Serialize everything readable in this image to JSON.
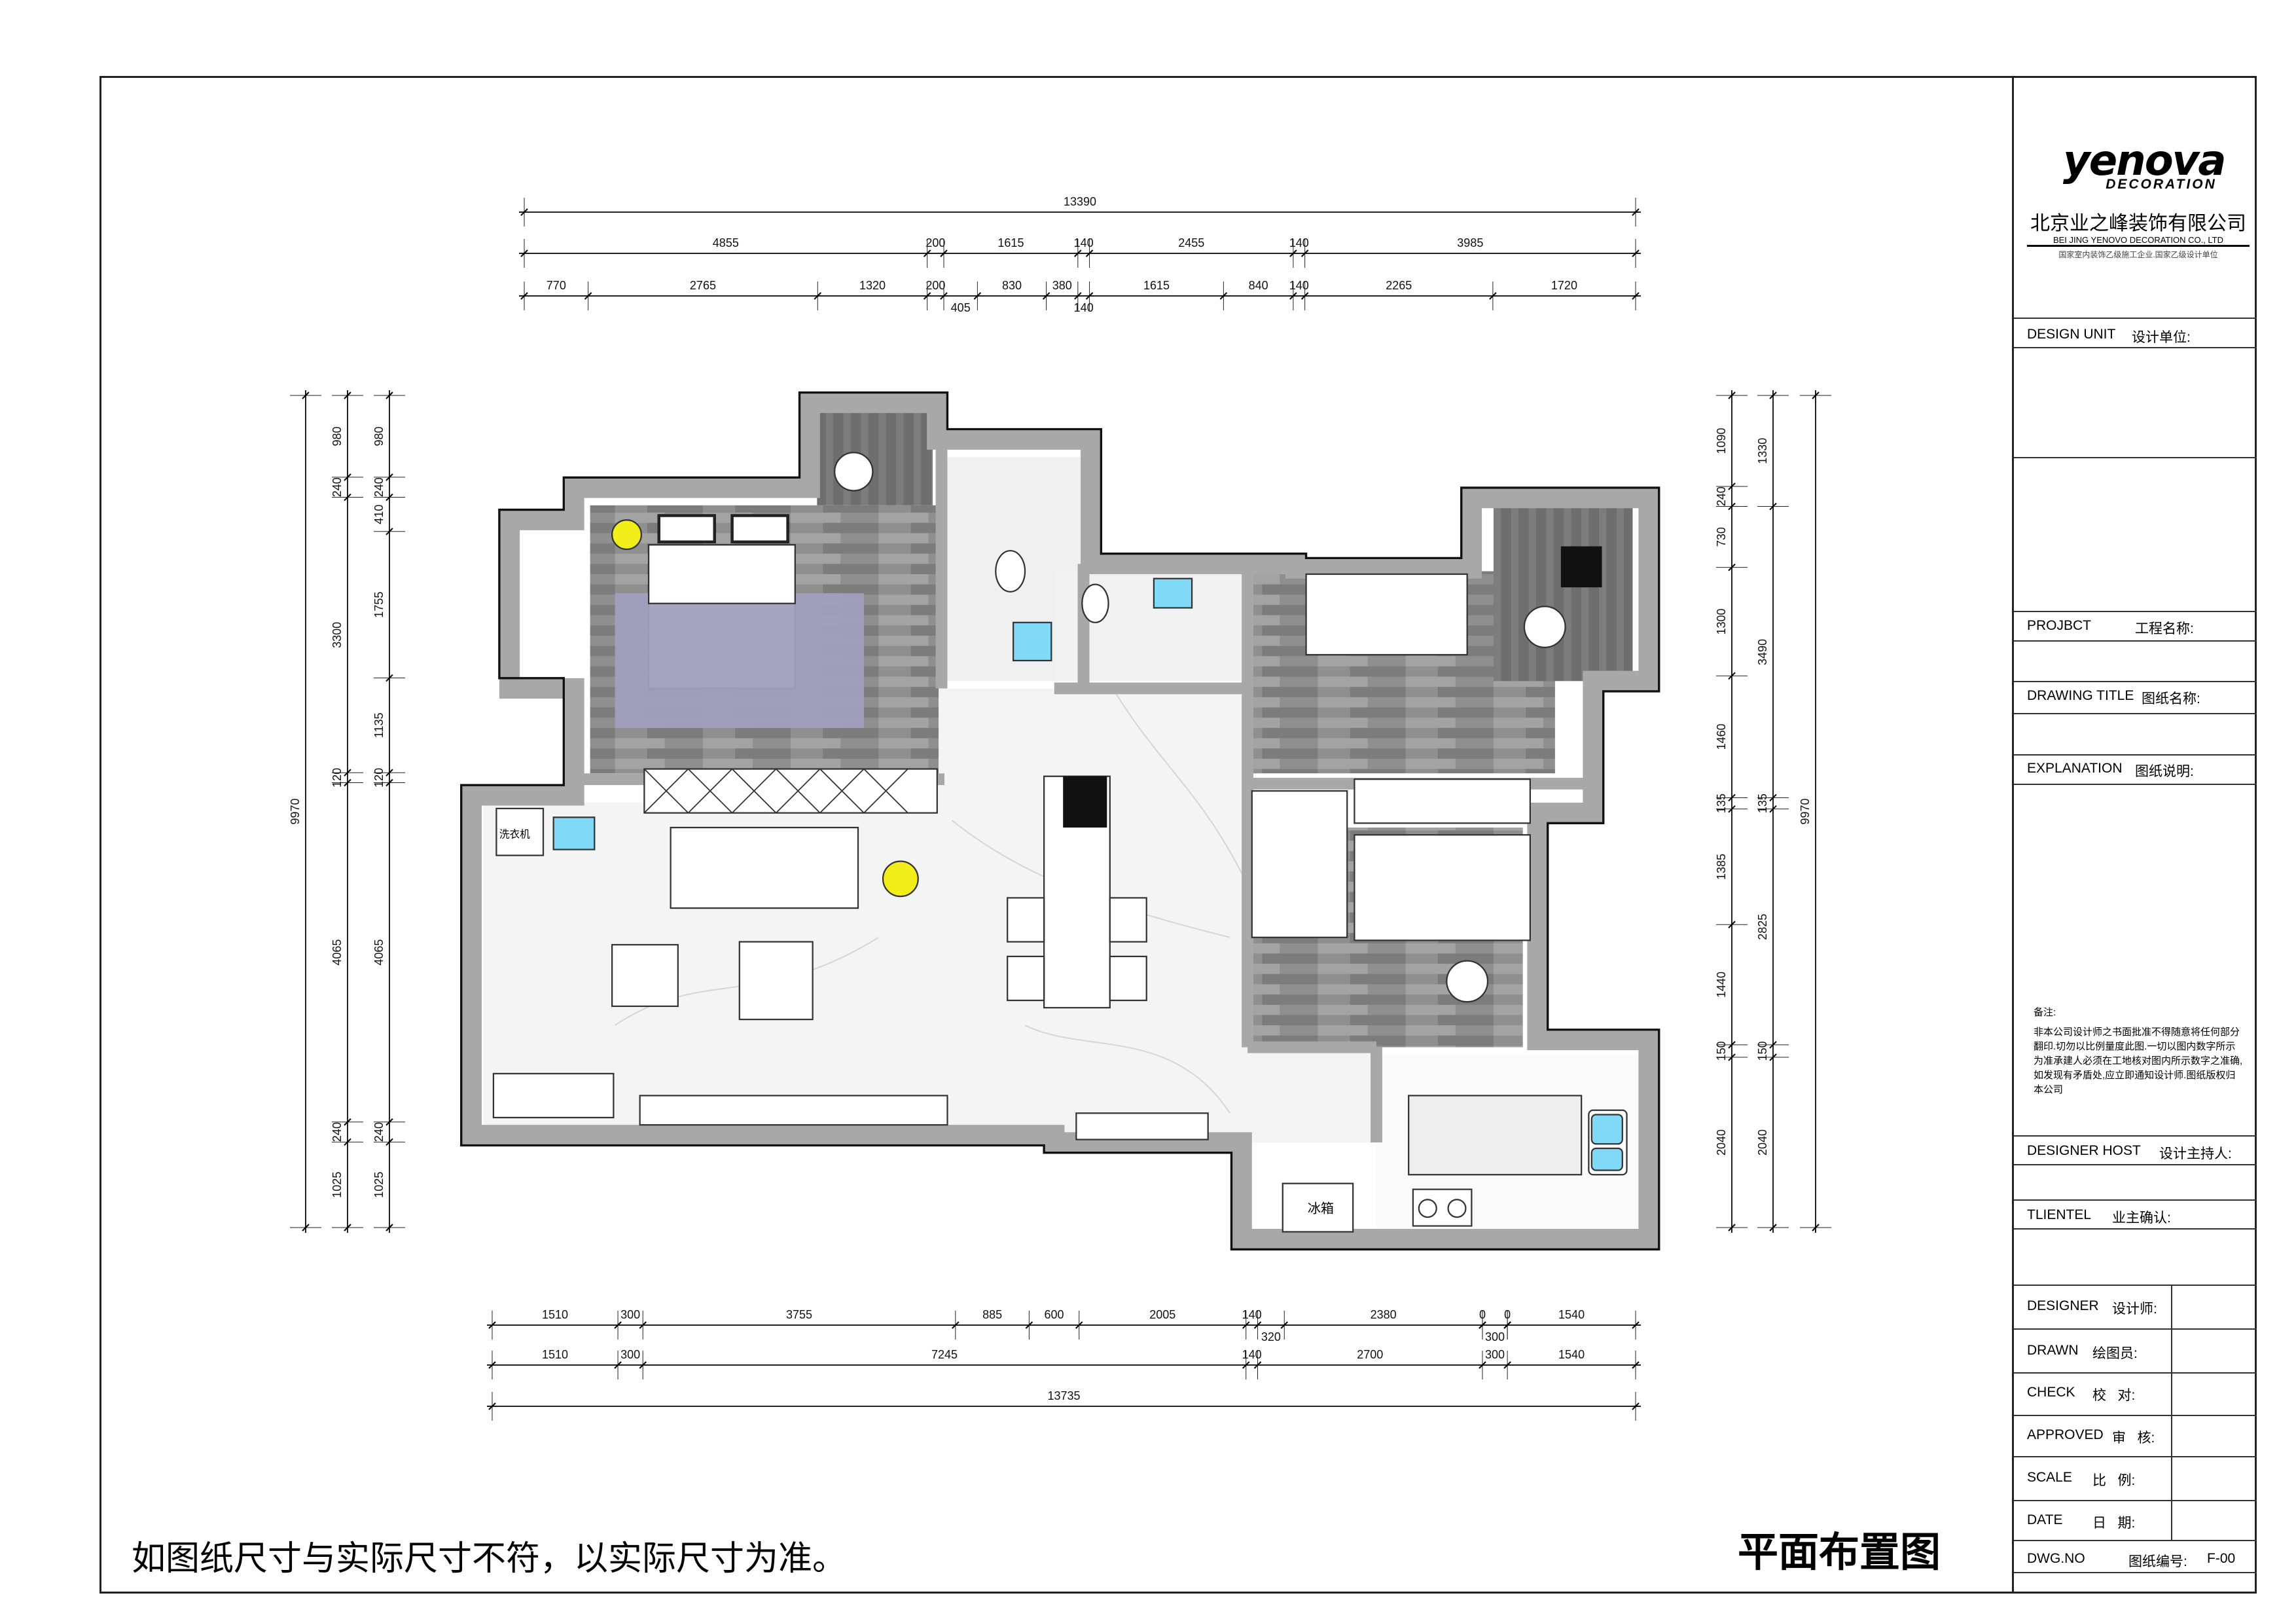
{
  "dimensions": {
    "top": [
      {
        "values": [
          13390
        ]
      },
      {
        "values": [
          4855,
          200,
          1615,
          140,
          2455,
          140,
          3985
        ]
      },
      {
        "values": [
          770,
          2765,
          1320,
          200,
          405,
          830,
          380,
          140,
          1615,
          840,
          140,
          2265,
          1720
        ]
      }
    ],
    "bottom": [
      {
        "values": [
          1510,
          300,
          3755,
          885,
          600,
          2005,
          140,
          320,
          2380,
          0,
          300,
          0,
          1540
        ],
        "labels": [
          "1510",
          "300",
          "3755",
          "885",
          "600",
          "2005",
          "140",
          "320",
          "2380",
          "0",
          "300",
          "0",
          "1540"
        ]
      },
      {
        "values": [
          1510,
          300,
          7245,
          140,
          2700,
          300,
          1540
        ]
      },
      {
        "values": [
          13735
        ]
      }
    ],
    "left": [
      {
        "values": [
          9970
        ]
      },
      {
        "values": [
          980,
          240,
          3300,
          120,
          4065,
          240,
          1025
        ]
      },
      {
        "values": [
          980,
          240,
          410,
          1755,
          1135,
          120,
          4065,
          240,
          1025
        ]
      }
    ],
    "right": [
      {
        "values": [
          1090,
          240,
          730,
          1300,
          1460,
          135,
          1385,
          1440,
          150,
          2040
        ]
      },
      {
        "values": [
          1330,
          3490,
          135,
          2825,
          150,
          2040
        ]
      },
      {
        "values": [
          9970
        ]
      }
    ]
  },
  "plan_labels": {
    "fridge": "冰箱",
    "washer": "洗衣机"
  },
  "colors": {
    "wall": "#a8a8a8",
    "wood": "#8d8d8d",
    "marble": "#f4f4f4",
    "rug": "#9f9fbd",
    "water": "#7fd9f7",
    "lamp": "#f2ee1a"
  },
  "title_block": {
    "logo_main": "yenova",
    "logo_sub": "DECORATION",
    "company_cn": "北京业之峰装饰有限公司",
    "company_en": "BEI JING YENOVO DECORATION CO., LTD",
    "company_sub": "国家室内装饰乙级施工企业.国家乙级设计单位",
    "design_unit": {
      "en": "DESIGN UNIT",
      "cn": "设计单位:"
    },
    "project": {
      "en": "PROJBCT",
      "cn": "工程名称:"
    },
    "drawing_title": {
      "en": "DRAWING TITLE",
      "cn": "图纸名称:"
    },
    "explanation": {
      "en": "EXPLANATION",
      "cn": "图纸说明:"
    },
    "notes_title": "备注:",
    "notes_text": "非本公司设计师之书面批准不得随意将任何部分翻印.切勿以比例量度此图.一切以图内数字所示为准承建人必须在工地核对图内所示数字之准确,如发现有矛盾处,应立即通知设计师.图纸版权归本公司",
    "designer_host": {
      "en": "DESIGNER HOST",
      "cn": "设计主持人:"
    },
    "client": {
      "en": "TLIENTEL",
      "cn": "业主确认:"
    },
    "designer": {
      "en": "DESIGNER",
      "cn": "设计师:"
    },
    "drawn": {
      "en": "DRAWN",
      "cn": "绘图员:"
    },
    "check": {
      "en": "CHECK",
      "cn": "校   对:"
    },
    "approved": {
      "en": "APPROVED",
      "cn": "审   核:"
    },
    "scale": {
      "en": "SCALE",
      "cn": "比   例:"
    },
    "date": {
      "en": "DATE",
      "cn": "日   期:"
    },
    "dwg_no": {
      "en": "DWG.NO",
      "cn": "图纸编号:",
      "value": "F-00"
    }
  },
  "bottom_note": "如图纸尺寸与实际尺寸不符，以实际尺寸为准。",
  "drawing_name": "平面布置图"
}
